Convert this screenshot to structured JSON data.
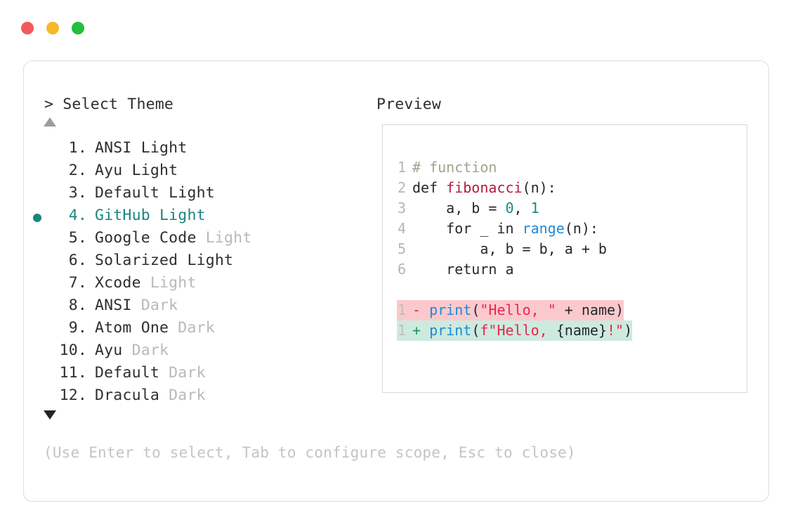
{
  "window": {
    "dots": [
      {
        "name": "close",
        "color": "#f4585a"
      },
      {
        "name": "minimize",
        "color": "#f6b92a"
      },
      {
        "name": "maximize",
        "color": "#22bf40"
      }
    ]
  },
  "prompt": {
    "title": "> Select Theme",
    "scroll_up_indicator": "▲",
    "scroll_down_indicator": "▼",
    "hint": "(Use Enter to select, Tab to configure scope, Esc to close)",
    "selected_index": 4,
    "selected_color": "#18857f",
    "dim_color": "#b9b9b9"
  },
  "themes": [
    {
      "num": "1.",
      "name": "ANSI",
      "variant": "Light",
      "variant_dim": false,
      "selected": false
    },
    {
      "num": "2.",
      "name": "Ayu",
      "variant": "Light",
      "variant_dim": false,
      "selected": false
    },
    {
      "num": "3.",
      "name": "Default",
      "variant": "Light",
      "variant_dim": false,
      "selected": false
    },
    {
      "num": "4.",
      "name": "GitHub",
      "variant": "Light",
      "variant_dim": false,
      "selected": true
    },
    {
      "num": "5.",
      "name": "Google Code",
      "variant": "Light",
      "variant_dim": true,
      "selected": false
    },
    {
      "num": "6.",
      "name": "Solarized",
      "variant": "Light",
      "variant_dim": false,
      "selected": false
    },
    {
      "num": "7.",
      "name": "Xcode",
      "variant": "Light",
      "variant_dim": true,
      "selected": false
    },
    {
      "num": "8.",
      "name": "ANSI",
      "variant": "Dark",
      "variant_dim": true,
      "selected": false
    },
    {
      "num": "9.",
      "name": "Atom One",
      "variant": "Dark",
      "variant_dim": true,
      "selected": false
    },
    {
      "num": "10.",
      "name": "Ayu",
      "variant": "Dark",
      "variant_dim": true,
      "selected": false
    },
    {
      "num": "11.",
      "name": "Default",
      "variant": "Dark",
      "variant_dim": true,
      "selected": false
    },
    {
      "num": "12.",
      "name": "Dracula",
      "variant": "Dark",
      "variant_dim": true,
      "selected": false
    }
  ],
  "preview": {
    "title": "Preview",
    "code_lines": [
      {
        "ln": "1",
        "tokens": [
          {
            "t": "# function",
            "c": "comment"
          }
        ]
      },
      {
        "ln": "2",
        "tokens": [
          {
            "t": "def ",
            "c": "kw"
          },
          {
            "t": "fibonacci",
            "c": "fn"
          },
          {
            "t": "(n):",
            "c": "plain"
          }
        ]
      },
      {
        "ln": "3",
        "tokens": [
          {
            "t": "    a, b = ",
            "c": "plain"
          },
          {
            "t": "0",
            "c": "num"
          },
          {
            "t": ", ",
            "c": "plain"
          },
          {
            "t": "1",
            "c": "num"
          }
        ]
      },
      {
        "ln": "4",
        "tokens": [
          {
            "t": "    for _ in ",
            "c": "plain"
          },
          {
            "t": "range",
            "c": "builtin"
          },
          {
            "t": "(n):",
            "c": "plain"
          }
        ]
      },
      {
        "ln": "5",
        "tokens": [
          {
            "t": "        a, b = b, a + b",
            "c": "plain"
          }
        ]
      },
      {
        "ln": "6",
        "tokens": [
          {
            "t": "    return a",
            "c": "plain"
          }
        ]
      }
    ],
    "diff_lines": [
      {
        "ln": "1",
        "kind": "deleted",
        "sign": "-",
        "bg": "#fbc9cd",
        "tokens": [
          {
            "t": "print",
            "c": "func-blue"
          },
          {
            "t": "(",
            "c": "plain"
          },
          {
            "t": "\"Hello, \"",
            "c": "str"
          },
          {
            "t": " + name)",
            "c": "plain"
          }
        ]
      },
      {
        "ln": "1",
        "kind": "added",
        "sign": "+",
        "bg": "#cdeade",
        "tokens": [
          {
            "t": "print",
            "c": "func-blue"
          },
          {
            "t": "(",
            "c": "plain"
          },
          {
            "t": "f\"Hello, ",
            "c": "str"
          },
          {
            "t": "{name}",
            "c": "plain"
          },
          {
            "t": "!\"",
            "c": "str"
          },
          {
            "t": ")",
            "c": "plain"
          }
        ]
      }
    ]
  }
}
